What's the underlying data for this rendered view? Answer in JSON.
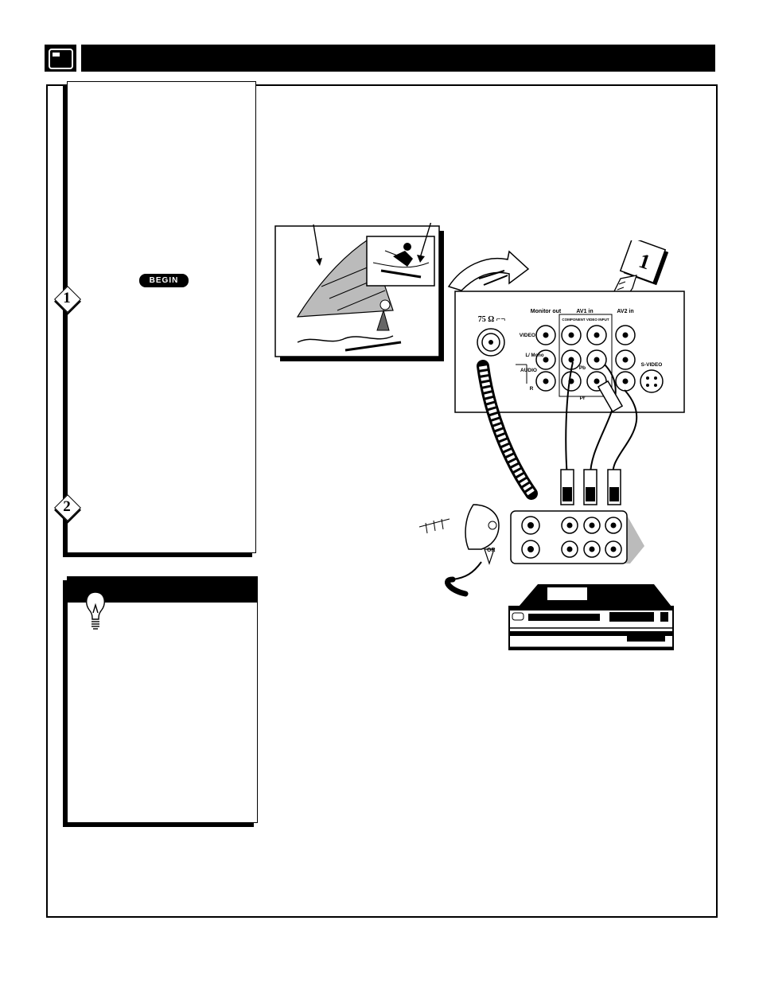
{
  "header": {
    "title": ""
  },
  "steps": [
    {
      "number": "1",
      "badge": "BEGIN"
    },
    {
      "number": "2"
    }
  ],
  "diagram": {
    "callout_step": "1",
    "tv_panel": {
      "coax_label": "75 Ω ⌐¬",
      "monitor_out": "Monitor out",
      "av1_in": "AV1 in",
      "av2_in": "AV2 in",
      "component_label": "COMPONENT VIDEO INPUT",
      "video": "VIDEO",
      "l_mono": "L/ Mono",
      "audio": "AUDIO",
      "r": "R",
      "pb": "Pb",
      "pr": "Pr",
      "s_video": "S-VIDEO"
    },
    "or_label": "OR"
  }
}
